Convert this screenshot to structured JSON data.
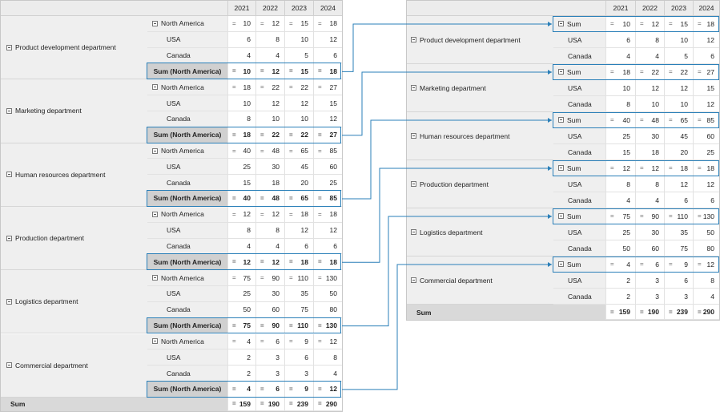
{
  "years": [
    "2021",
    "2022",
    "2023",
    "2024"
  ],
  "sum_label": "Sum",
  "sum_region_label": "Sum (North America)",
  "region_label": "North America",
  "eq_symbol": "=",
  "departments": [
    {
      "name": "Product development department",
      "na": [
        "10",
        "12",
        "15",
        "18"
      ],
      "usa": [
        "6",
        "8",
        "10",
        "12"
      ],
      "canada": [
        "4",
        "4",
        "5",
        "6"
      ],
      "sum": [
        "10",
        "12",
        "15",
        "18"
      ]
    },
    {
      "name": "Marketing department",
      "na": [
        "18",
        "22",
        "22",
        "27"
      ],
      "usa": [
        "10",
        "12",
        "12",
        "15"
      ],
      "canada": [
        "8",
        "10",
        "10",
        "12"
      ],
      "sum": [
        "18",
        "22",
        "22",
        "27"
      ]
    },
    {
      "name": "Human resources department",
      "na": [
        "40",
        "48",
        "65",
        "85"
      ],
      "usa": [
        "25",
        "30",
        "45",
        "60"
      ],
      "canada": [
        "15",
        "18",
        "20",
        "25"
      ],
      "sum": [
        "40",
        "48",
        "65",
        "85"
      ]
    },
    {
      "name": "Production department",
      "na": [
        "12",
        "12",
        "18",
        "18"
      ],
      "usa": [
        "8",
        "8",
        "12",
        "12"
      ],
      "canada": [
        "4",
        "4",
        "6",
        "6"
      ],
      "sum": [
        "12",
        "12",
        "18",
        "18"
      ]
    },
    {
      "name": "Logistics department",
      "na": [
        "75",
        "90",
        "110",
        "130"
      ],
      "usa": [
        "25",
        "30",
        "35",
        "50"
      ],
      "canada": [
        "50",
        "60",
        "75",
        "80"
      ],
      "sum": [
        "75",
        "90",
        "110",
        "130"
      ]
    },
    {
      "name": "Commercial department",
      "na": [
        "4",
        "6",
        "9",
        "12"
      ],
      "usa": [
        "2",
        "3",
        "6",
        "8"
      ],
      "canada": [
        "2",
        "3",
        "3",
        "4"
      ],
      "sum": [
        "4",
        "6",
        "9",
        "12"
      ]
    }
  ],
  "country_labels": {
    "usa": "USA",
    "canada": "Canada"
  },
  "totals": [
    "159",
    "190",
    "239",
    "290"
  ],
  "colors": {
    "link": "#2a7fb8",
    "header_bg": "#ececec",
    "label_bg": "#efefef",
    "sum_bg": "#d0d0d0"
  }
}
